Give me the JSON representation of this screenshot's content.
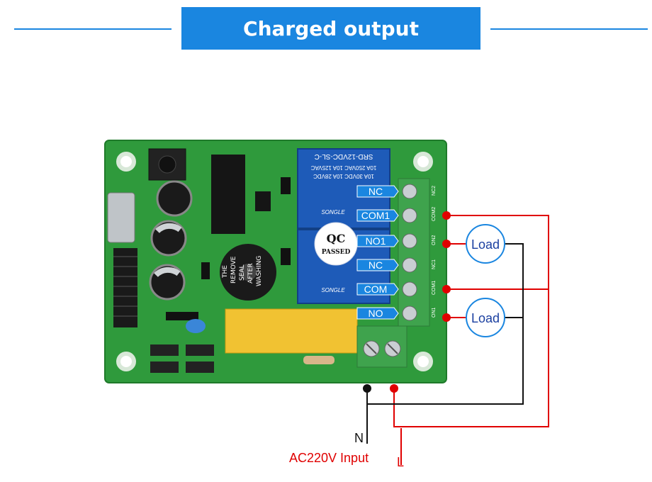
{
  "header": {
    "title": "Charged output"
  },
  "board": {
    "relay_top_text": "SRD-12VDC-SL-C",
    "relay_rating_1": "10A 250VAC  10A 125VAC",
    "relay_rating_2": "10A 30VDC  10A 28VDC",
    "relay_brand": "SONGLE",
    "qc_label": "QC",
    "qc_passed": "PASSED",
    "sticker_lines": [
      "THE",
      "REMOVE",
      "SEAL",
      "AFTER",
      "WASHING"
    ]
  },
  "terminals": {
    "tags": [
      "NC",
      "COM1",
      "NO1",
      "NC",
      "COM",
      "NO"
    ],
    "side_labels": [
      "NC2",
      "COM2",
      "ON2",
      "NC1",
      "COM1",
      "ON1"
    ]
  },
  "loads": [
    "Load",
    "Load"
  ],
  "input": {
    "n_label": "N",
    "ac_label": "AC220V  Input",
    "l_label": "L"
  },
  "colors": {
    "accent": "#1a86e0",
    "board": "#2f9a3c",
    "terminal": "#3fa34d",
    "relay": "#1e5bb8",
    "live": "#e00000",
    "neutral": "#111111"
  }
}
